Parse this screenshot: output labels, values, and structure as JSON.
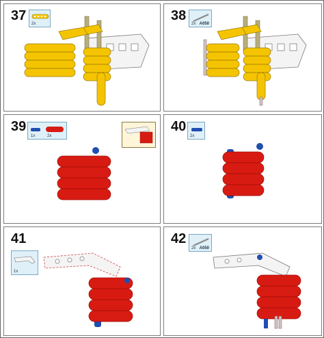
{
  "steps": [
    {
      "number": "37",
      "callout": {
        "qty": "2x"
      }
    },
    {
      "number": "38",
      "callout": {
        "qty": "2x",
        "part_label": "A050"
      }
    },
    {
      "number": "39",
      "callout": {
        "qty_a": "1x",
        "qty_b": "2x"
      }
    },
    {
      "number": "40",
      "callout": {
        "qty": "2x"
      }
    },
    {
      "number": "41",
      "callout": {
        "qty": "1x"
      }
    },
    {
      "number": "42",
      "callout": {
        "qty": "2x",
        "part_label": "A050"
      }
    }
  ],
  "colors": {
    "yellow": "#f5c400",
    "yellow_dark": "#c99a00",
    "red": "#d81b12",
    "red_dark": "#9c0e08",
    "blue": "#1f4fb0",
    "white_part": "#f4f4f4",
    "olive": "#b8ae7c",
    "grey": "#9a9a9a",
    "callout_bg": "#dff0f8",
    "border": "#7a7a7a"
  }
}
